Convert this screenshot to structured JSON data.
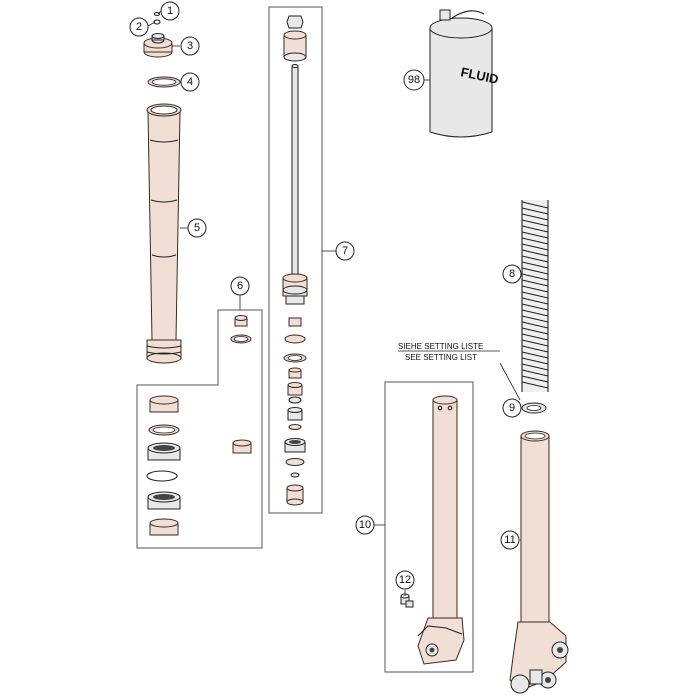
{
  "callouts": [
    "1",
    "2",
    "3",
    "4",
    "5",
    "6",
    "7",
    "8",
    "9",
    "10",
    "11",
    "12",
    "98"
  ],
  "fluid_label": "FLUID",
  "setting_note": {
    "line1": "SIEHE SETTING LISTE",
    "line2": "SEE SETTING LIST"
  }
}
